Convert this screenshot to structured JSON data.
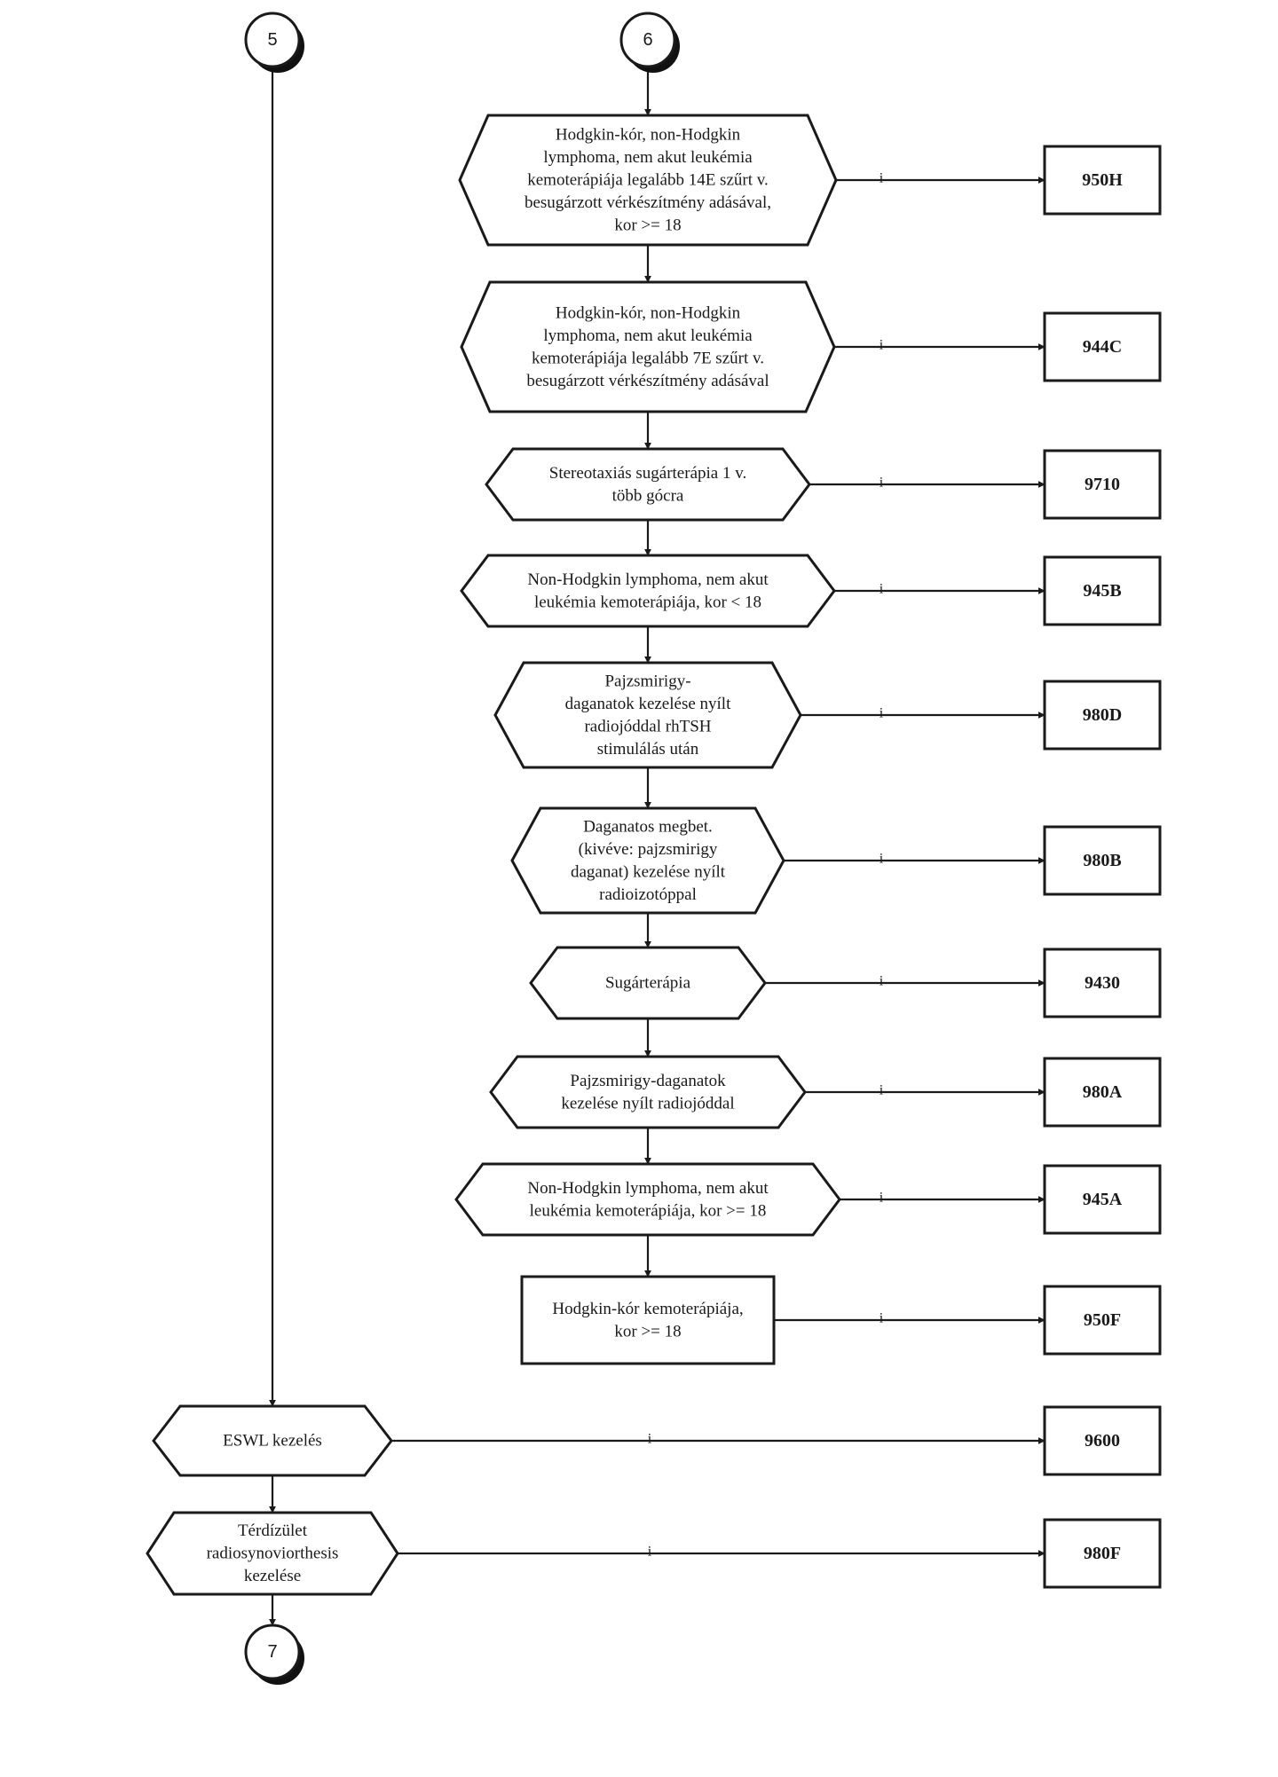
{
  "connectors": {
    "in_left": "5",
    "in_right": "6",
    "out": "7"
  },
  "edge_label": "i",
  "steps": [
    {
      "lines": [
        "Hodgkin-kór, non-Hodgkin",
        "lymphoma, nem akut leukémia",
        "kemoterápiája legalább 14E szűrt v.",
        "besugárzott vérkészítmény adásával,",
        "kor >= 18"
      ],
      "code": "950H"
    },
    {
      "lines": [
        "Hodgkin-kór, non-Hodgkin",
        "lymphoma, nem akut leukémia",
        "kemoterápiája legalább 7E szűrt v.",
        "besugárzott vérkészítmény adásával"
      ],
      "code": "944C"
    },
    {
      "lines": [
        "Stereotaxiás sugárterápia 1 v.",
        "több gócra"
      ],
      "code": "9710"
    },
    {
      "lines": [
        "Non-Hodgkin lymphoma, nem akut",
        "leukémia kemoterápiája, kor < 18"
      ],
      "code": "945B"
    },
    {
      "lines": [
        "Pajzsmirigy-",
        "daganatok kezelése nyílt",
        "radiojóddal rhTSH",
        "stimulálás után"
      ],
      "code": "980D"
    },
    {
      "lines": [
        "Daganatos megbet.",
        "(kivéve: pajzsmirigy",
        "daganat) kezelése nyílt",
        "radioizotóppal"
      ],
      "code": "980B"
    },
    {
      "lines": [
        "Sugárterápia"
      ],
      "code": "9430"
    },
    {
      "lines": [
        "Pajzsmirigy-daganatok",
        "kezelése nyílt radiojóddal"
      ],
      "code": "980A"
    },
    {
      "lines": [
        "Non-Hodgkin lymphoma, nem akut",
        "leukémia kemoterápiája, kor >= 18"
      ],
      "code": "945A"
    },
    {
      "lines": [
        "Hodgkin-kór kemoterápiája,",
        "kor  >= 18"
      ],
      "code": "950F"
    },
    {
      "lines": [
        "ESWL kezelés"
      ],
      "code": "9600"
    },
    {
      "lines": [
        "Térdízület",
        "radiosynoviorthesis",
        "kezelése"
      ],
      "code": "980F"
    }
  ]
}
